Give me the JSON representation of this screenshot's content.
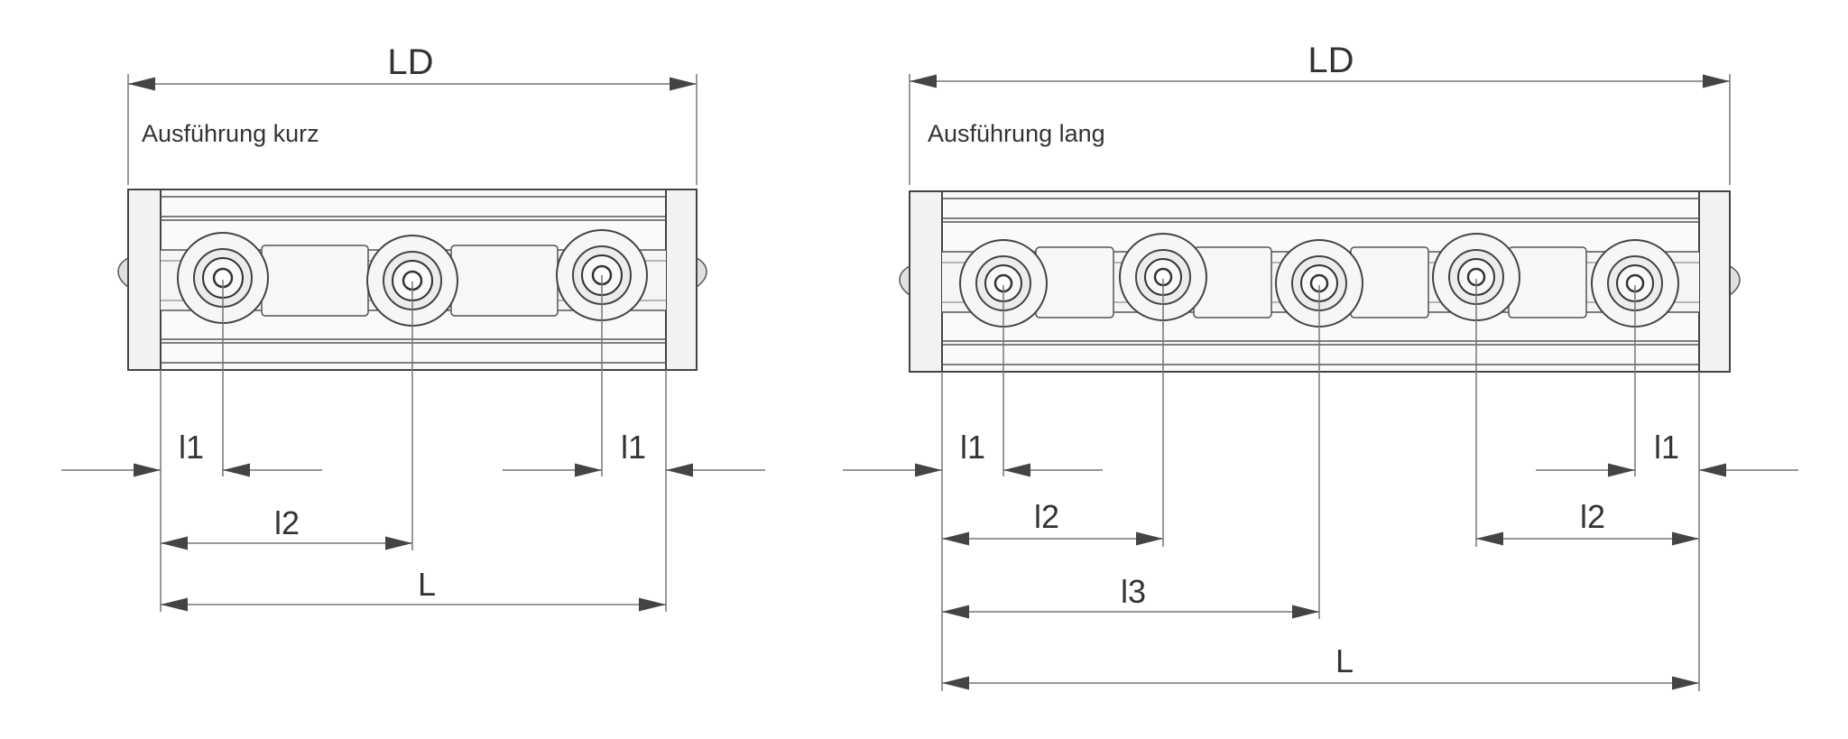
{
  "colors": {
    "line": "#555555",
    "dark": "#333333",
    "fill_light": "#f4f4f4",
    "fill_mid": "#e9e9e9",
    "background": "#ffffff"
  },
  "views": {
    "short": {
      "caption": "Ausführung kurz",
      "overall_dim": "LD",
      "l1_left": "l1",
      "l1_right": "l1",
      "l2": "l2",
      "l": "L"
    },
    "long": {
      "caption": "Ausführung lang",
      "overall_dim": "LD",
      "l1_left": "l1",
      "l1_right": "l1",
      "l2_left": "l2",
      "l2_right": "l2",
      "l3": "l3",
      "l": "L"
    }
  }
}
